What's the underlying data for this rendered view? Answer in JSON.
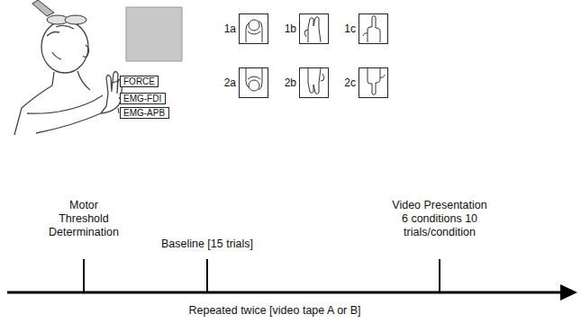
{
  "diagram": {
    "nodes": [
      {
        "text": [
          "FORCE"
        ]
      },
      {
        "text": [
          "EMG-FDI"
        ]
      },
      {
        "text": [
          "EMG-APB"
        ]
      },
      {
        "text": [
          "1a"
        ]
      },
      {
        "text": [
          "1b"
        ]
      },
      {
        "text": [
          "1c"
        ]
      },
      {
        "text": [
          "2a"
        ]
      },
      {
        "text": [
          "2b"
        ]
      },
      {
        "text": [
          "2c"
        ]
      }
    ],
    "labels": [
      "Motor Threshold Determination",
      "Baseline [15 trials]",
      "Video Presentation 6 conditions 10 trials/condition",
      "Repeated twice [video tape A or B]"
    ]
  }
}
